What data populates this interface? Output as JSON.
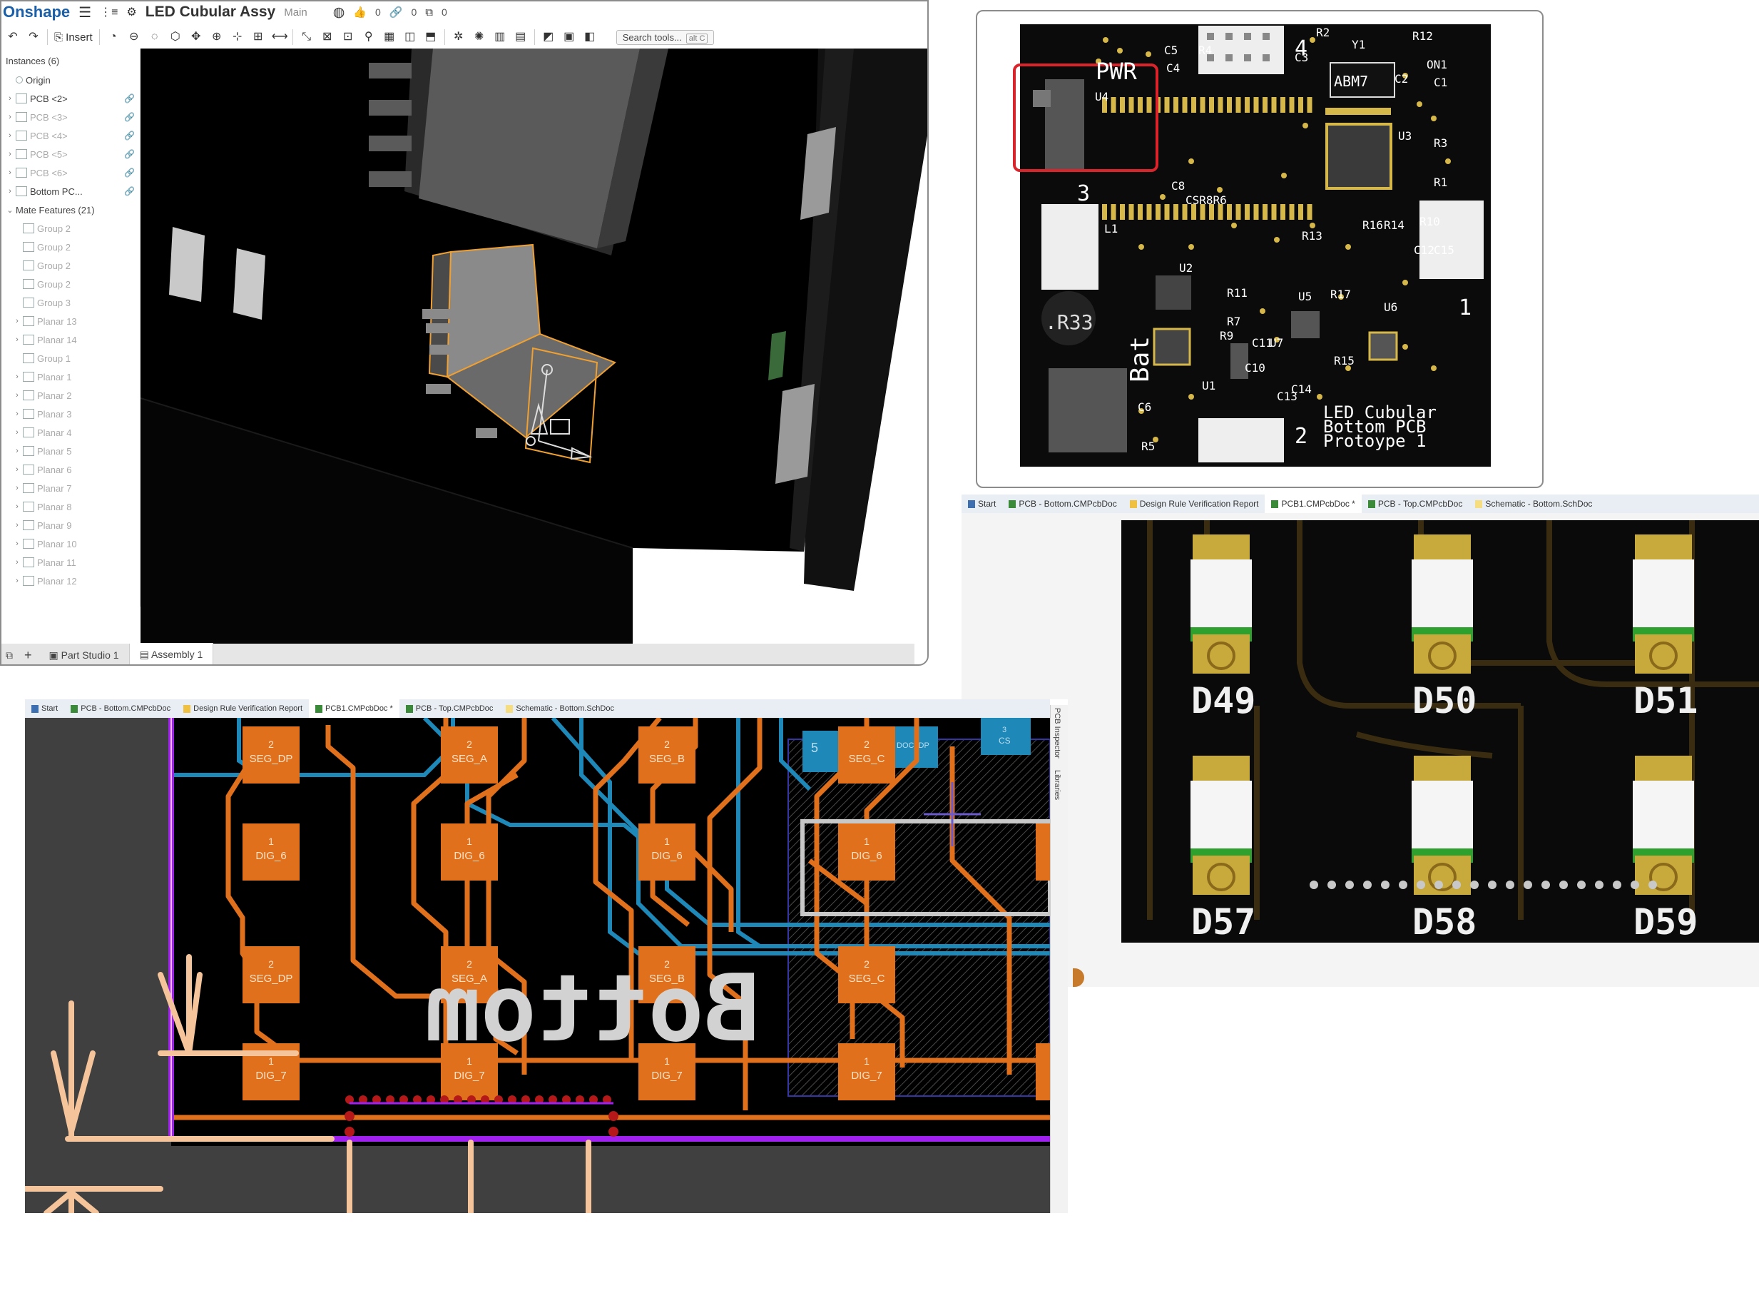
{
  "onshape": {
    "logo": "Onshape",
    "doc_title": "LED Cubular Assy",
    "branch": "Main",
    "likes": "0",
    "links": "0",
    "copies": "0",
    "toolbar": {
      "insert_label": "Insert",
      "search_label": "Search tools...",
      "search_shortcut": "alt C"
    },
    "instances": {
      "header": "Instances (6)",
      "items": [
        {
          "label": "Origin"
        },
        {
          "label": "PCB <2>"
        },
        {
          "label": "PCB <3>"
        },
        {
          "label": "PCB <4>"
        },
        {
          "label": "PCB <5>"
        },
        {
          "label": "PCB <6>"
        },
        {
          "label": "Bottom PC..."
        }
      ]
    },
    "mates": {
      "header": "Mate Features (21)",
      "items": [
        "Group 2",
        "Group 2",
        "Group 2",
        "Group 2",
        "Group 3",
        "Planar 13",
        "Planar 14",
        "Group 1",
        "Planar 1",
        "Planar 2",
        "Planar 3",
        "Planar 4",
        "Planar 5",
        "Planar 6",
        "Planar 7",
        "Planar 8",
        "Planar 9",
        "Planar 10",
        "Planar 11",
        "Planar 12"
      ]
    },
    "tabs": [
      "Part Studio 1",
      "Assembly 1"
    ]
  },
  "pcb_render": {
    "silk": {
      "pwr": "PWR",
      "abm7": "ABM7",
      "r33": ".R33",
      "bat": "Bat",
      "title_line1": "LED Cubular",
      "title_line2": "Bottom PCB",
      "title_line3": "Protoype 1",
      "conn1": "1",
      "conn2": "2",
      "conn3": "3",
      "conn4": "4",
      "refs": [
        "C5",
        "R4",
        "C3",
        "R2",
        "Y1",
        "R12",
        "C4",
        "C2",
        "ON1",
        "U4",
        "C1",
        "U3",
        "R3",
        "R1",
        "C8",
        "CSR8R6",
        "R16",
        "R14",
        "R10",
        "C12",
        "C15",
        "R13",
        "L1",
        "U2",
        "R11",
        "U5",
        "R17",
        "U6",
        "R7",
        "R9",
        "C10",
        "C11",
        "U7",
        "R15",
        "C14",
        "C13",
        "C6",
        "R5",
        "U1"
      ]
    },
    "highlight_color": "#d9242b",
    "board_color": "#0b0b0b",
    "pad_color": "#d6b84a"
  },
  "altium_right": {
    "tabs": [
      {
        "label": "Start",
        "icon": "home"
      },
      {
        "label": "PCB - Bottom.CMPcbDoc",
        "icon": "pcb"
      },
      {
        "label": "Design Rule Verification Report",
        "icon": "report"
      },
      {
        "label": "PCB1.CMPcbDoc *",
        "icon": "pcb",
        "active": true
      },
      {
        "label": "PCB - Top.CMPcbDoc",
        "icon": "pcb"
      },
      {
        "label": "Schematic - Bottom.SchDoc",
        "icon": "schematic"
      }
    ],
    "leds": [
      "D49",
      "D50",
      "D51",
      "D57",
      "D58",
      "D59"
    ]
  },
  "altium_left": {
    "tabs": [
      {
        "label": "Start",
        "icon": "home"
      },
      {
        "label": "PCB - Bottom.CMPcbDoc",
        "icon": "pcb"
      },
      {
        "label": "Design Rule Verification Report",
        "icon": "report"
      },
      {
        "label": "PCB1.CMPcbDoc *",
        "icon": "pcb",
        "active": true
      },
      {
        "label": "PCB - Top.CMPcbDoc",
        "icon": "pcb"
      },
      {
        "label": "Schematic - Bottom.SchDoc",
        "icon": "schematic"
      }
    ],
    "side_panels": [
      "PCB Inspector",
      "Libraries"
    ],
    "pads": {
      "row1": [
        "SEG_DP",
        "SEG_A",
        "SEG_B",
        "SEG_C"
      ],
      "row2": [
        "DIG_6",
        "DIG_6",
        "DIG_6",
        "DIG_6"
      ],
      "row3": [
        "SEG_DP",
        "SEG_A",
        "SEG_B",
        "SEG_C"
      ],
      "row4": [
        "DIG_7",
        "DIG_7",
        "DIG_7",
        "DIG_7"
      ],
      "num_seg": "2",
      "num_dig": "1"
    },
    "blue_pads": [
      "5",
      "DOC_DP",
      "CS"
    ],
    "cs_num": "3",
    "silk_text": "Bottom",
    "colors": {
      "track_top": "#e0701c",
      "track_bottom": "#1e88b8",
      "outline": "#a020f0",
      "pad": "#e0701c",
      "keepout": "#f5c49a"
    }
  }
}
